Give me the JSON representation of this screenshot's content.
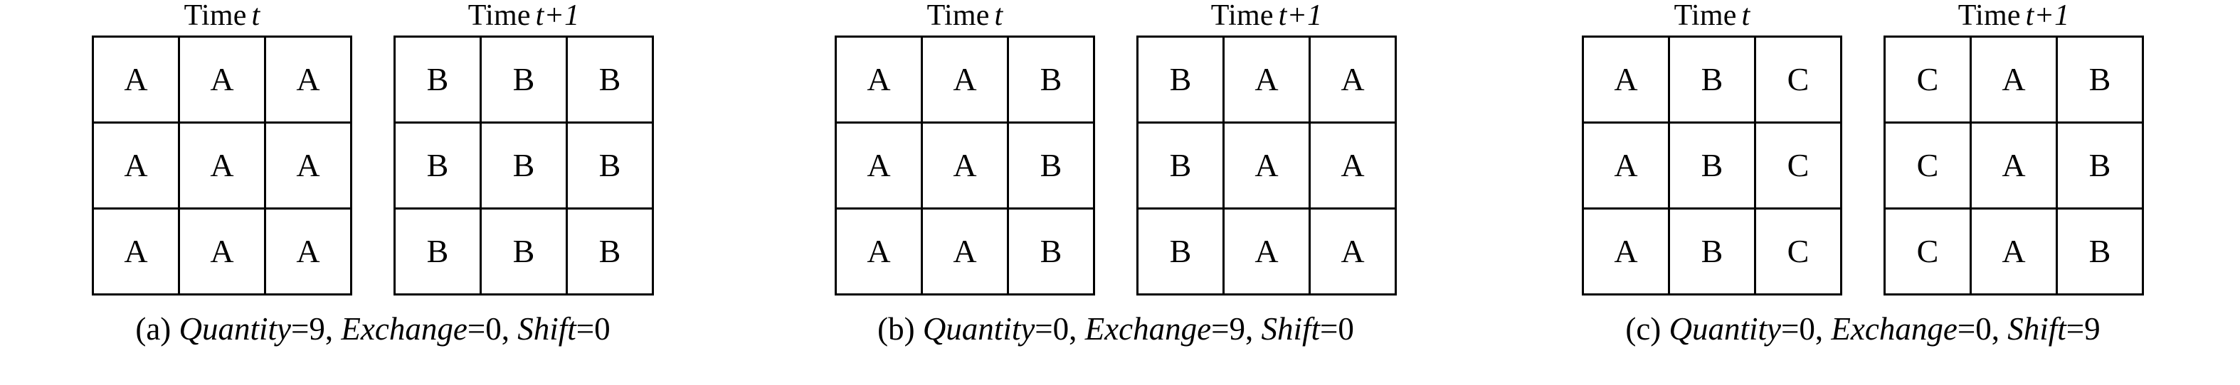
{
  "figure": {
    "background_color": "#ffffff",
    "line_color": "#000000",
    "text_color": "#000000",
    "headers": {
      "time_t_prefix": "Time",
      "time_t_var": "t",
      "time_t1_prefix": "Time",
      "time_t1_var": "t+1"
    },
    "panels": [
      {
        "id": "a",
        "caption": {
          "index": "(a)",
          "param1_name": "Quantity",
          "param1_eq": "=9,",
          "param2_name": "Exchange",
          "param2_eq": "=0,",
          "param3_name": "Shift",
          "param3_eq": "=0"
        },
        "grid_t": {
          "title_prefix": "Time",
          "title_var": "t",
          "rows": [
            [
              "A",
              "A",
              "A"
            ],
            [
              "A",
              "A",
              "A"
            ],
            [
              "A",
              "A",
              "A"
            ]
          ]
        },
        "grid_t1": {
          "title_prefix": "Time",
          "title_var": "t+1",
          "rows": [
            [
              "B",
              "B",
              "B"
            ],
            [
              "B",
              "B",
              "B"
            ],
            [
              "B",
              "B",
              "B"
            ]
          ]
        }
      },
      {
        "id": "b",
        "caption": {
          "index": "(b)",
          "param1_name": "Quantity",
          "param1_eq": "=0,",
          "param2_name": "Exchange",
          "param2_eq": "=9,",
          "param3_name": "Shift",
          "param3_eq": "=0"
        },
        "grid_t": {
          "title_prefix": "Time",
          "title_var": "t",
          "rows": [
            [
              "A",
              "A",
              "B"
            ],
            [
              "A",
              "A",
              "B"
            ],
            [
              "A",
              "A",
              "B"
            ]
          ]
        },
        "grid_t1": {
          "title_prefix": "Time",
          "title_var": "t+1",
          "rows": [
            [
              "B",
              "A",
              "A"
            ],
            [
              "B",
              "A",
              "A"
            ],
            [
              "B",
              "A",
              "A"
            ]
          ]
        }
      },
      {
        "id": "c",
        "caption": {
          "index": "(c)",
          "param1_name": "Quantity",
          "param1_eq": "=0,",
          "param2_name": "Exchange",
          "param2_eq": "=0,",
          "param3_name": "Shift",
          "param3_eq": "=9"
        },
        "grid_t": {
          "title_prefix": "Time",
          "title_var": "t",
          "rows": [
            [
              "A",
              "B",
              "C"
            ],
            [
              "A",
              "B",
              "C"
            ],
            [
              "A",
              "B",
              "C"
            ]
          ]
        },
        "grid_t1": {
          "title_prefix": "Time",
          "title_var": "t+1",
          "rows": [
            [
              "C",
              "A",
              "B"
            ],
            [
              "C",
              "A",
              "B"
            ],
            [
              "C",
              "A",
              "B"
            ]
          ]
        }
      }
    ]
  }
}
